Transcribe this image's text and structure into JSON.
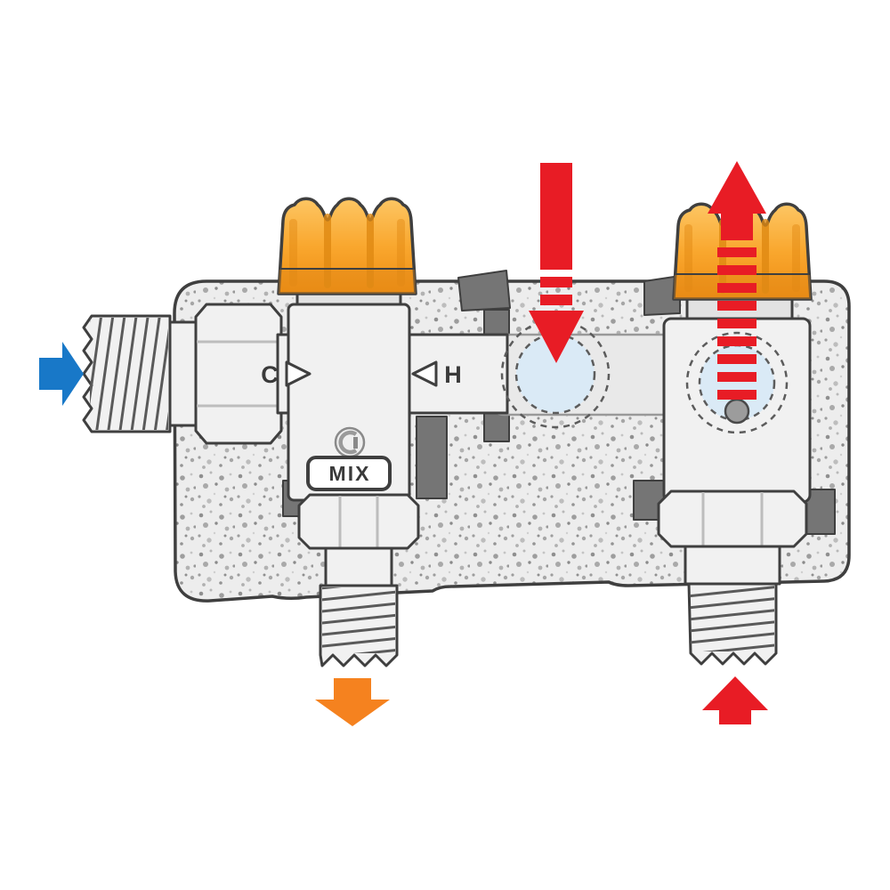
{
  "labels": {
    "cold_port": "C",
    "hot_port": "H",
    "mixed_outlet": "MIX"
  },
  "colors": {
    "cold_flow": "#1878c8",
    "hot_flow": "#e81c25",
    "mixed_flow": "#f5821f",
    "handwheel": "#f9a72e",
    "metal": "#f1f1f1",
    "outline": "#3f3f3f",
    "water": "#daeaf6"
  },
  "flows": [
    {
      "name": "cold inlet",
      "position": "left",
      "direction": "right",
      "color": "#1878c8"
    },
    {
      "name": "hot inlet",
      "position": "top center",
      "direction": "down",
      "color": "#e81c25"
    },
    {
      "name": "hot return",
      "position": "top right",
      "direction": "up",
      "color": "#e81c25"
    },
    {
      "name": "mixed outlet",
      "position": "bottom left",
      "direction": "down",
      "color": "#f5821f"
    },
    {
      "name": "hot supply",
      "position": "bottom right",
      "direction": "up",
      "color": "#e81c25"
    }
  ]
}
